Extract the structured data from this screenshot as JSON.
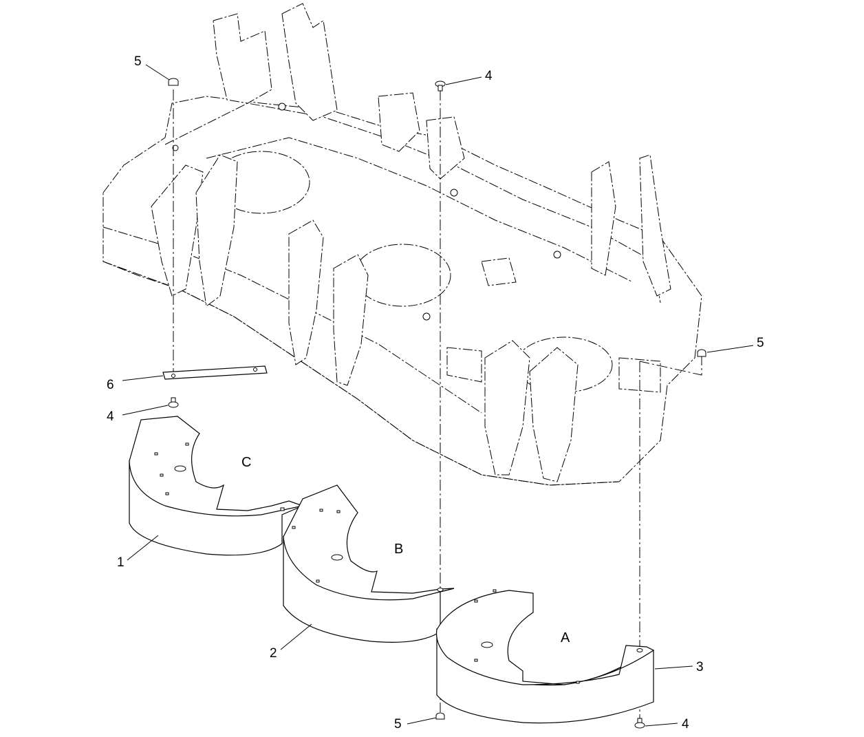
{
  "callouts": {
    "c1": "1",
    "c2": "2",
    "c3": "3",
    "c4_top": "4",
    "c4_left": "4",
    "c4_bottom": "4",
    "c5_topleft": "5",
    "c5_right": "5",
    "c5_bottom": "5",
    "c6": "6"
  },
  "weights": {
    "a": "A",
    "b": "B",
    "c": "C"
  }
}
